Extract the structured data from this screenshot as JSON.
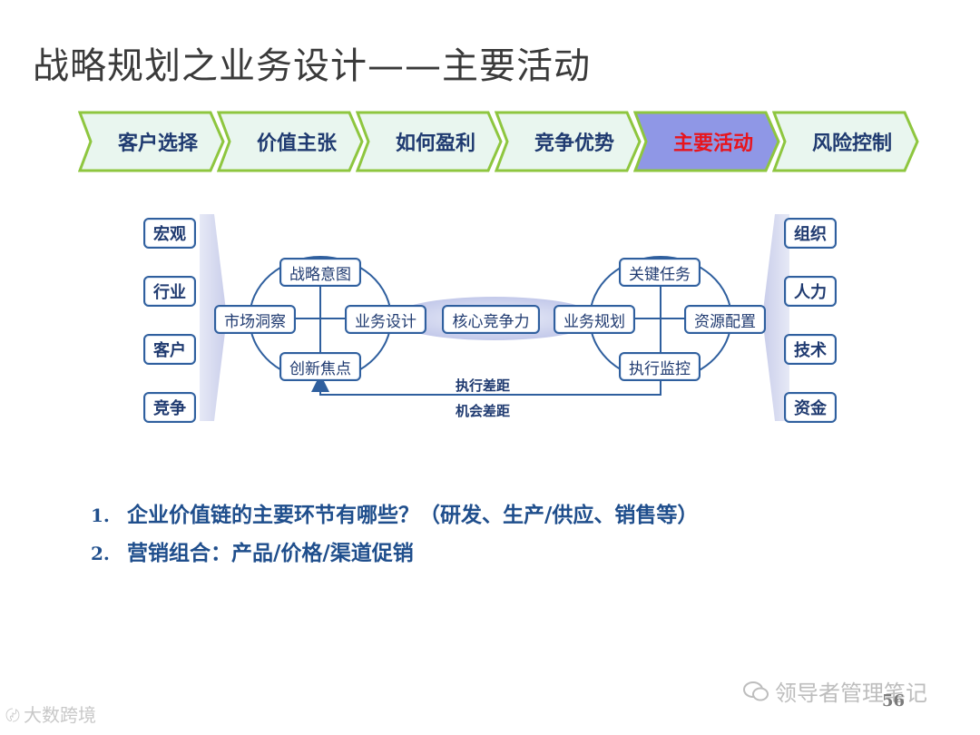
{
  "title": "战略规划之业务设计——主要活动",
  "tabs": [
    {
      "label": "客户选择",
      "active": false
    },
    {
      "label": "价值主张",
      "active": false
    },
    {
      "label": "如何盈利",
      "active": false
    },
    {
      "label": "竞争优势",
      "active": false
    },
    {
      "label": "主要活动",
      "active": true
    },
    {
      "label": "风险控制",
      "active": false
    }
  ],
  "diagram": {
    "left_factors": [
      "宏观",
      "行业",
      "客户",
      "竞争"
    ],
    "right_factors": [
      "组织",
      "人力",
      "技术",
      "资金"
    ],
    "left_cluster": {
      "top": "战略意图",
      "left": "市场洞察",
      "right": "业务设计",
      "bottom": "创新焦点"
    },
    "center": "核心竞争力",
    "right_cluster": {
      "top": "关键任务",
      "left": "业务规划",
      "right": "资源配置",
      "bottom": "执行监控"
    },
    "feedback_labels": [
      "执行差距",
      "机会差距"
    ]
  },
  "list": [
    {
      "num": "1.",
      "text": "企业价值链的主要环节有哪些？（研发、生产/供应、销售等）"
    },
    {
      "num": "2.",
      "text": "营销组合：产品/价格/渠道促销"
    }
  ],
  "watermark_left": "大数跨境",
  "watermark_right": "领导者管理笔记",
  "page_number": "56",
  "colors": {
    "tab_fill": "#e9f6ef",
    "tab_border": "#8ec63f",
    "tab_active_fill": "#8f97e6",
    "text_dark_blue": "#1f3a70",
    "active_text": "#e8141c",
    "line_blue": "#2f5f9e"
  }
}
